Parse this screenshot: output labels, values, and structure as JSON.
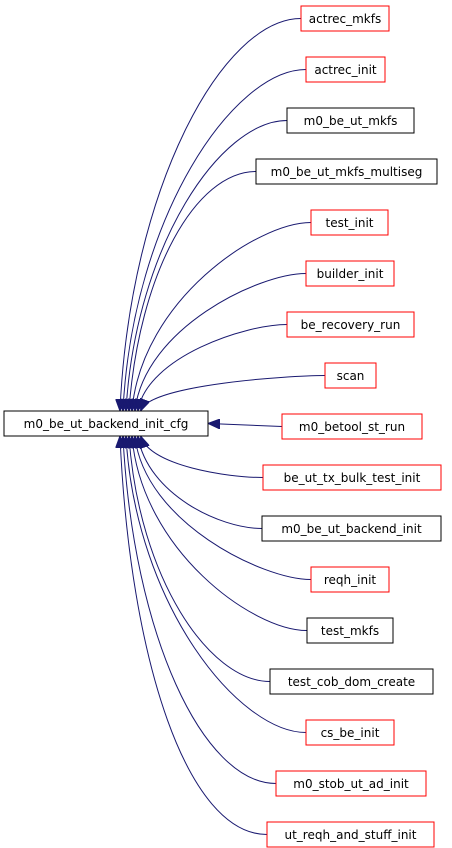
{
  "colors": {
    "edge": "#191970",
    "focus_fill": "#bfbfbf",
    "focus_border": "#000000",
    "linked_border": "#ff0000",
    "plain_border": "#000000"
  },
  "focus_node": {
    "label": "m0_be_ut_backend_init_cfg"
  },
  "callers": [
    {
      "label": "actrec_mkfs",
      "border": "linked"
    },
    {
      "label": "actrec_init",
      "border": "linked"
    },
    {
      "label": "m0_be_ut_mkfs",
      "border": "plain"
    },
    {
      "label": "m0_be_ut_mkfs_multiseg",
      "border": "plain"
    },
    {
      "label": "test_init",
      "border": "linked"
    },
    {
      "label": "builder_init",
      "border": "linked"
    },
    {
      "label": "be_recovery_run",
      "border": "linked"
    },
    {
      "label": "scan",
      "border": "linked"
    },
    {
      "label": "m0_betool_st_run",
      "border": "linked"
    },
    {
      "label": "be_ut_tx_bulk_test_init",
      "border": "linked"
    },
    {
      "label": "m0_be_ut_backend_init",
      "border": "plain"
    },
    {
      "label": "reqh_init",
      "border": "linked"
    },
    {
      "label": "test_mkfs",
      "border": "plain"
    },
    {
      "label": "test_cob_dom_create",
      "border": "plain"
    },
    {
      "label": "cs_be_init",
      "border": "linked"
    },
    {
      "label": "m0_stob_ut_ad_init",
      "border": "linked"
    },
    {
      "label": "ut_reqh_and_stuff_init",
      "border": "linked"
    }
  ]
}
